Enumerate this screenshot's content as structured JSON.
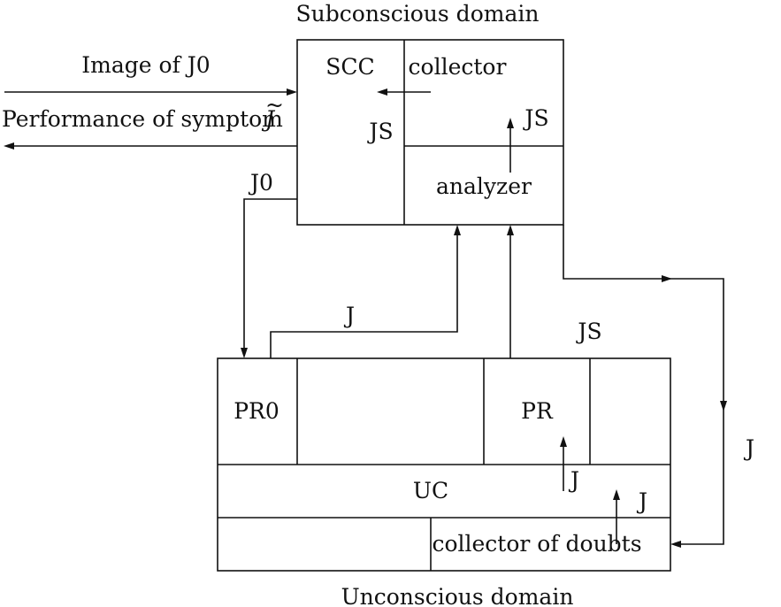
{
  "labels": {
    "subconscious_domain": "Subconscious domain",
    "unconscious_domain": "Unconscious domain",
    "image_of_j0": "Image of J0",
    "performance_of_symptom": "Performance of symptom",
    "performance_symbol": "J",
    "performance_tilde": "~",
    "scc": "SCC",
    "collector": "collector",
    "js_left": "JS",
    "js_right": "JS",
    "analyzer": "analyzer",
    "j0_feed": "J0",
    "j_top": "J",
    "js_mid": "JS",
    "pr0": "PR0",
    "pr": "PR",
    "uc": "UC",
    "j_pr": "J",
    "j_uc": "J",
    "j_right": "J",
    "collector_of_doubts": "collector of doubts"
  }
}
